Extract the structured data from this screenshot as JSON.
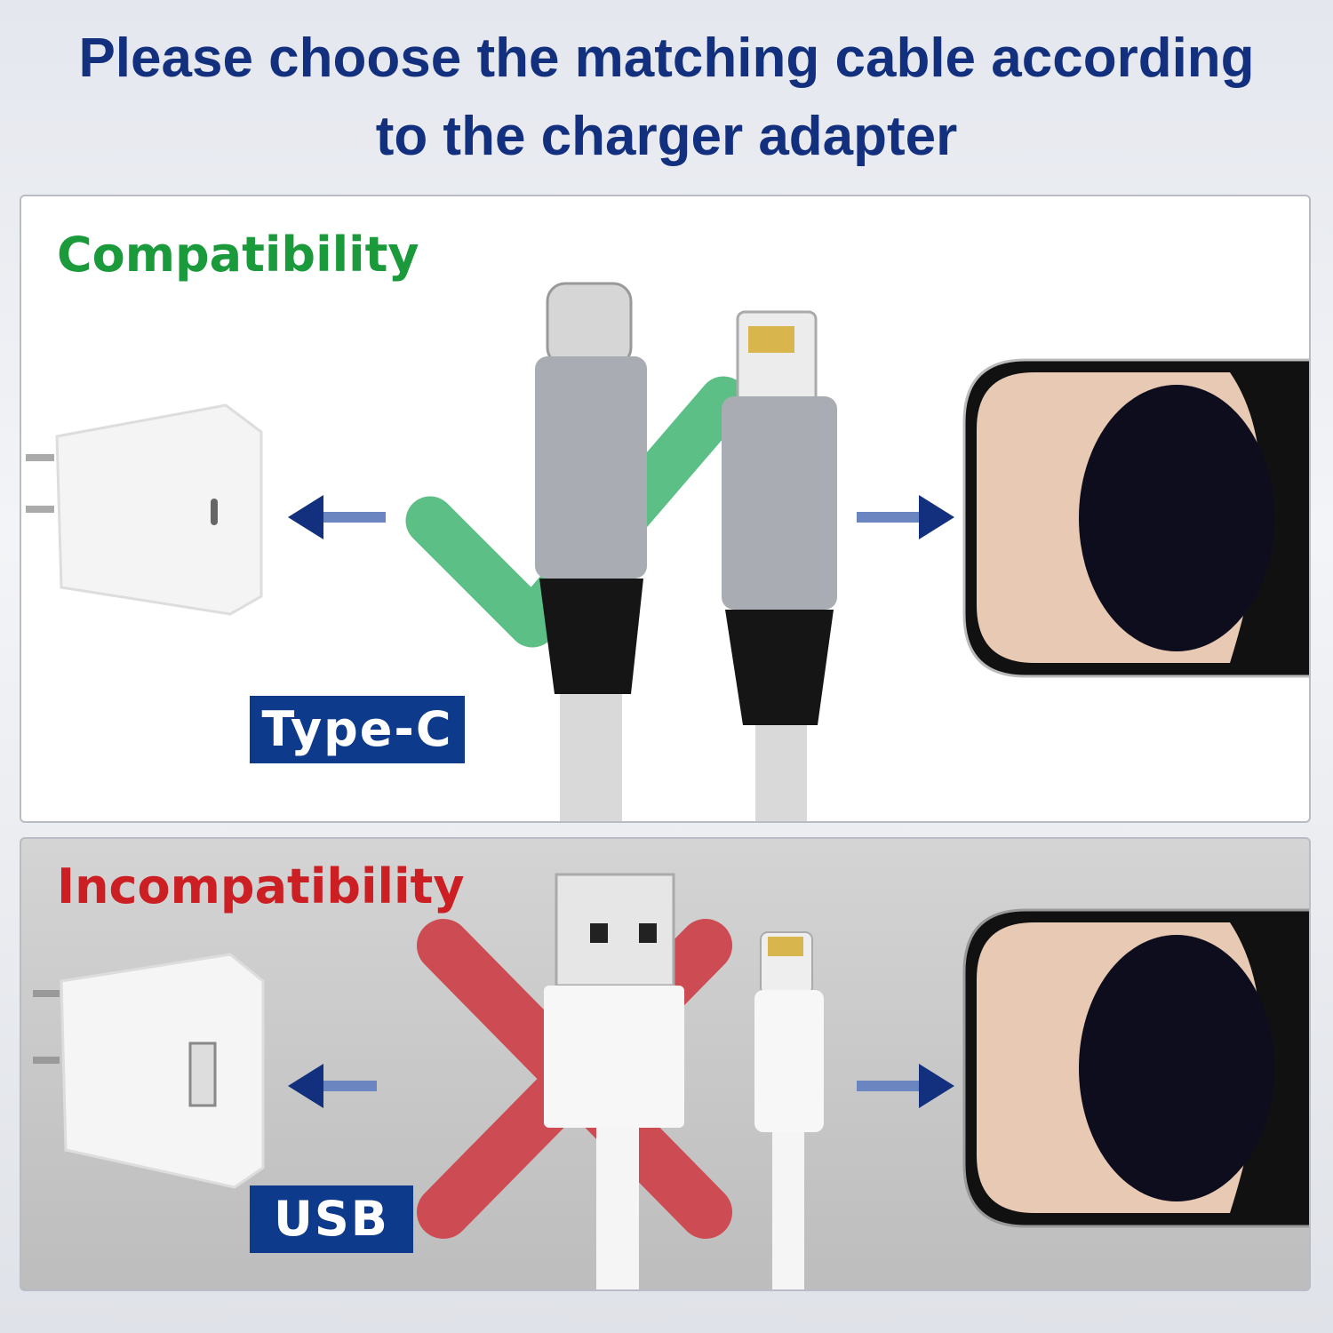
{
  "title": {
    "line1": "Please choose the matching cable according",
    "line2": "to the charger adapter"
  },
  "compatible": {
    "heading": "Compatibility",
    "label": "Type-C",
    "mark": "check-icon",
    "color": "#1a9a3a"
  },
  "incompatible": {
    "heading": "Incompatibility",
    "label": "USB",
    "mark": "cross-icon",
    "color": "#cc1f24"
  },
  "colors": {
    "title": "#13307e",
    "label_bg": "#0e3a8b",
    "arrow": "#13307e"
  }
}
